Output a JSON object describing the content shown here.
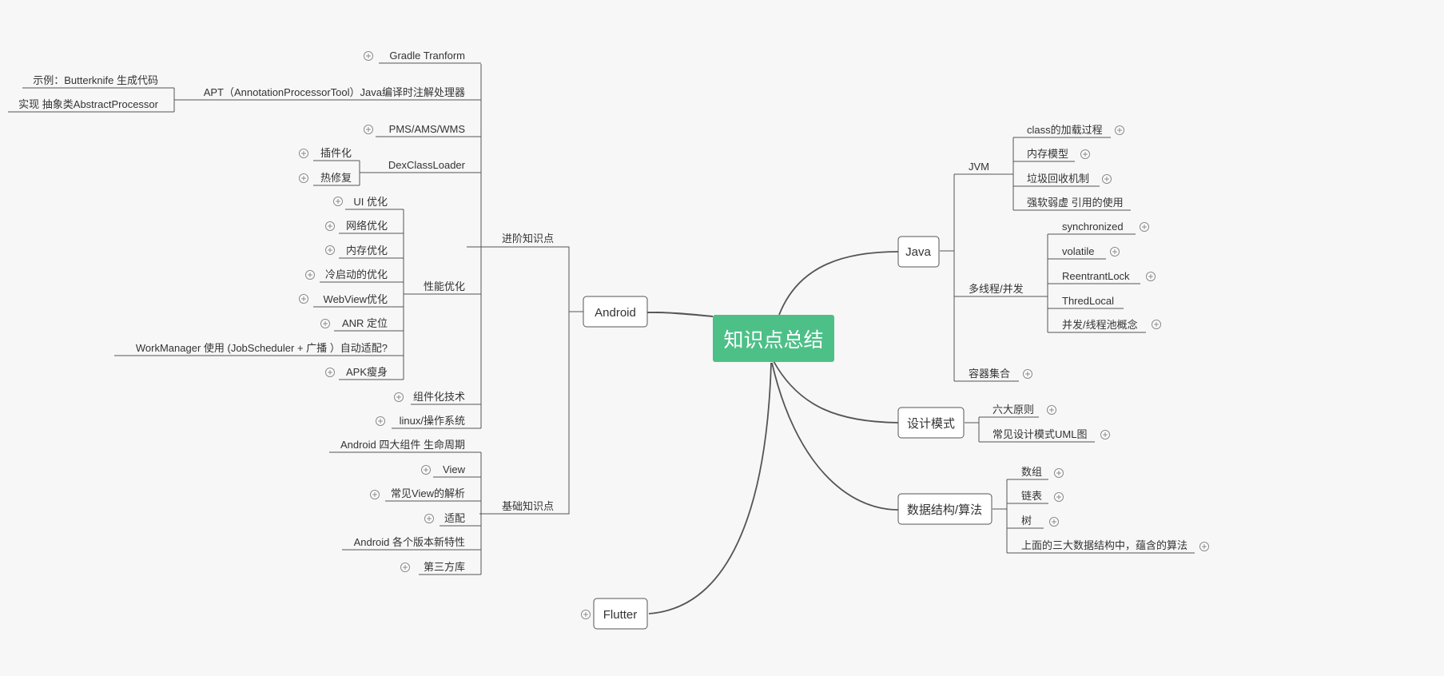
{
  "root": "知识点总结",
  "branches": {
    "android": {
      "label": "Android",
      "advanced": {
        "label": "进阶知识点",
        "gradle": "Gradle Tranform",
        "apt": "APT（AnnotationProcessorTool）Java编译时注解处理器",
        "apt_example": "示例：Butterknife 生成代码",
        "apt_impl": "实现 抽象类AbstractProcessor",
        "pms": "PMS/AMS/WMS",
        "dex": "DexClassLoader",
        "dex_plugin": "插件化",
        "dex_hotfix": "热修复",
        "perf": "性能优化",
        "perf_items": [
          "UI 优化",
          "网络优化",
          "内存优化",
          "冷启动的优化",
          "WebView优化",
          "ANR 定位",
          "WorkManager 使用 (JobScheduler  + 广播 ）自动适配?",
          "APK瘦身"
        ],
        "component": "组件化技术",
        "linux": "linux/操作系统"
      },
      "basic": {
        "label": "基础知识点",
        "items": [
          "Android 四大组件 生命周期",
          "View",
          "常见View的解析",
          "适配",
          "Android  各个版本新特性",
          "第三方库"
        ]
      }
    },
    "flutter": {
      "label": "Flutter"
    },
    "java": {
      "label": "Java",
      "jvm": {
        "label": "JVM",
        "items": [
          "class的加载过程",
          "内存模型",
          "垃圾回收机制",
          "强软弱虚 引用的使用"
        ]
      },
      "thread": {
        "label": "多线程/并发",
        "items": [
          "synchronized",
          "volatile",
          "ReentrantLock",
          "ThredLocal",
          "并发/线程池概念"
        ]
      },
      "collections": {
        "label": "容器集合"
      }
    },
    "design": {
      "label": "设计模式",
      "items": [
        "六大原则",
        "常见设计模式UML图"
      ]
    },
    "algo": {
      "label": "数据结构/算法",
      "items": [
        "数组",
        "链表",
        "树",
        "上面的三大数据结构中，蕴含的算法"
      ]
    }
  },
  "colors": {
    "root": "#4dc088",
    "line": "#555555",
    "background": "#f7f7f7"
  }
}
